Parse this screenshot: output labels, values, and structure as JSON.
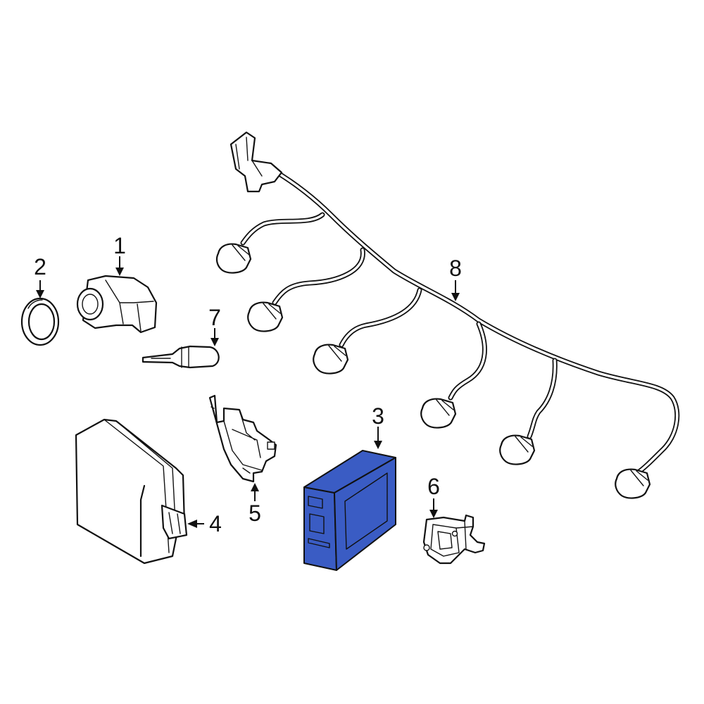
{
  "diagram": {
    "callouts": [
      {
        "id": "1",
        "label": "1"
      },
      {
        "id": "2",
        "label": "2"
      },
      {
        "id": "3",
        "label": "3"
      },
      {
        "id": "4",
        "label": "4"
      },
      {
        "id": "5",
        "label": "5"
      },
      {
        "id": "6",
        "label": "6"
      },
      {
        "id": "7",
        "label": "7"
      },
      {
        "id": "8",
        "label": "8"
      }
    ],
    "highlight_color": "#3a5cc4"
  }
}
